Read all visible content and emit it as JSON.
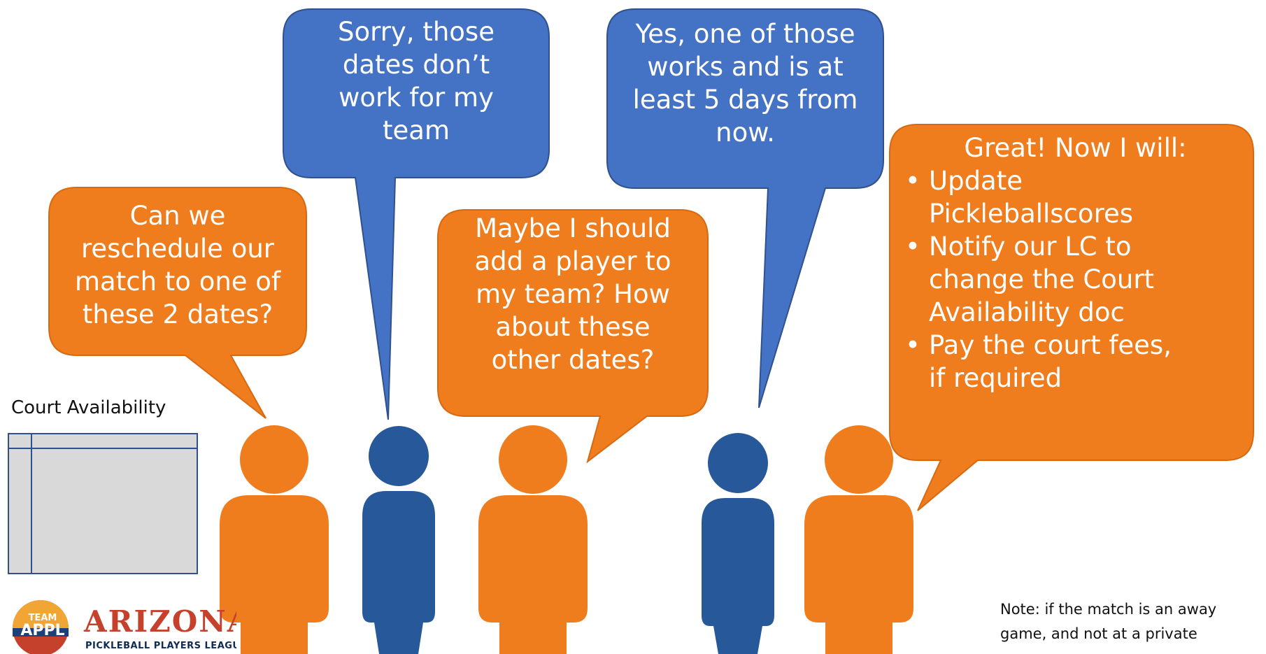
{
  "colors": {
    "orange": "#f07d1d",
    "blue_bubble": "#4472c4",
    "blue_person": "#27589a",
    "court_fill": "#d9d9d9",
    "court_stroke": "#2f4f8f"
  },
  "bubbles": {
    "can_we": [
      "Can we",
      "reschedule our",
      "match to one of",
      "these 2 dates?"
    ],
    "sorry": [
      "Sorry, those",
      "dates don’t",
      "work for my",
      "team"
    ],
    "maybe": [
      "Maybe I should",
      "add a player to",
      "my team? How",
      "about these",
      "other dates?"
    ],
    "yes": [
      "Yes, one of those",
      "works and is at",
      "least 5 days from",
      "now."
    ],
    "great": {
      "title": "Great! Now I will:",
      "items": [
        [
          "Update",
          "Pickleballscores"
        ],
        [
          "Notify our LC to",
          "change the Court",
          "Availability doc"
        ],
        [
          "Pay the court fees,",
          "if required"
        ]
      ]
    }
  },
  "court_availability_label": "Court Availability",
  "note": [
    "Note: if the match is an away",
    "game, and not at a private"
  ],
  "logo": {
    "badge_line1": "TEAM",
    "badge_line2": "APPL",
    "word": "ARIZONA",
    "sub": "PICKLEBALL PLAYERS LEAGUE"
  },
  "people": [
    {
      "role": "captain",
      "color": "orange"
    },
    {
      "role": "opponent",
      "color": "blue"
    },
    {
      "role": "captain",
      "color": "orange"
    },
    {
      "role": "opponent",
      "color": "blue"
    },
    {
      "role": "captain",
      "color": "orange"
    }
  ]
}
